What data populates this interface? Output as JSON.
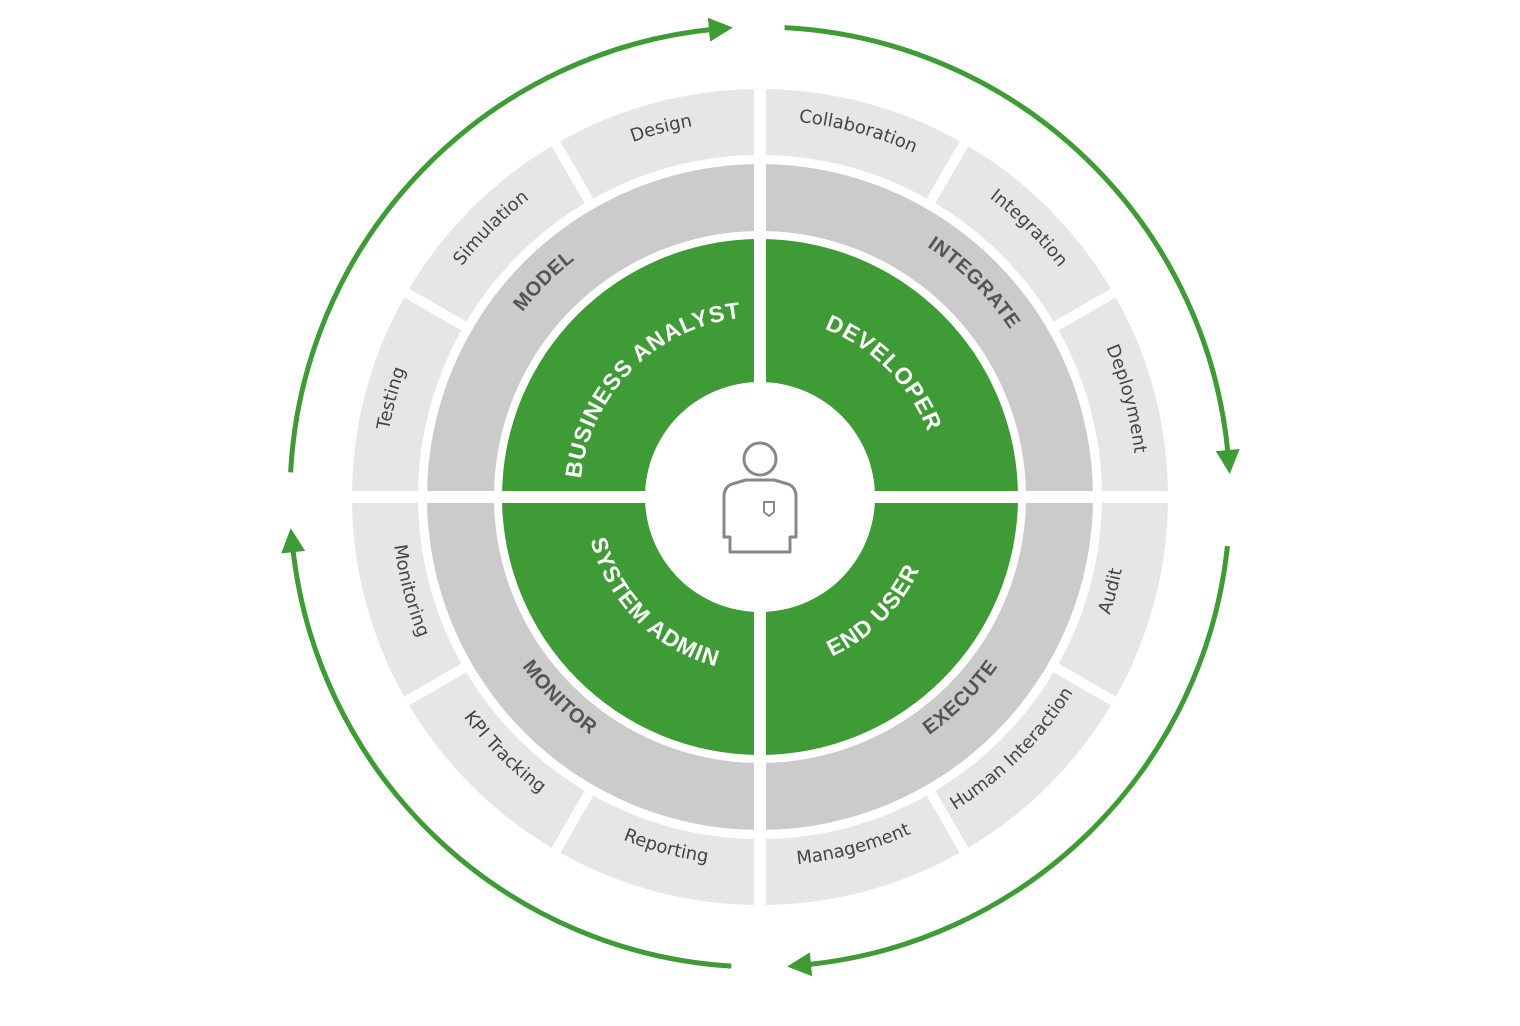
{
  "colors": {
    "role_fill": "#3e9b35",
    "phase_fill": "#cbcbcb",
    "task_fill": "#e6e6e6",
    "cycle_arrow": "#3e9b35",
    "icon_stroke": "#888888",
    "gap": "#ffffff"
  },
  "center_icon": "person-icon",
  "quadrants": [
    {
      "id": "top-left",
      "role": "BUSINESS ANALYST",
      "phase": "MODEL",
      "tasks": [
        "Design",
        "Simulation",
        "Testing"
      ]
    },
    {
      "id": "top-right",
      "role": "DEVELOPER",
      "phase": "INTEGRATE",
      "tasks": [
        "Deployment",
        "Integration",
        "Collaboration"
      ]
    },
    {
      "id": "bottom-right",
      "role": "END USER",
      "phase": "EXECUTE",
      "tasks": [
        "Management",
        "Human Interaction",
        "Audit"
      ]
    },
    {
      "id": "bottom-left",
      "role": "SYSTEM ADMIN",
      "phase": "MONITOR",
      "tasks": [
        "Monitoring",
        "KPI Tracking",
        "Reporting"
      ]
    }
  ],
  "cycle_arrows": [
    "arrow-right-icon",
    "arrow-down-icon",
    "arrow-left-icon",
    "arrow-up-icon"
  ]
}
